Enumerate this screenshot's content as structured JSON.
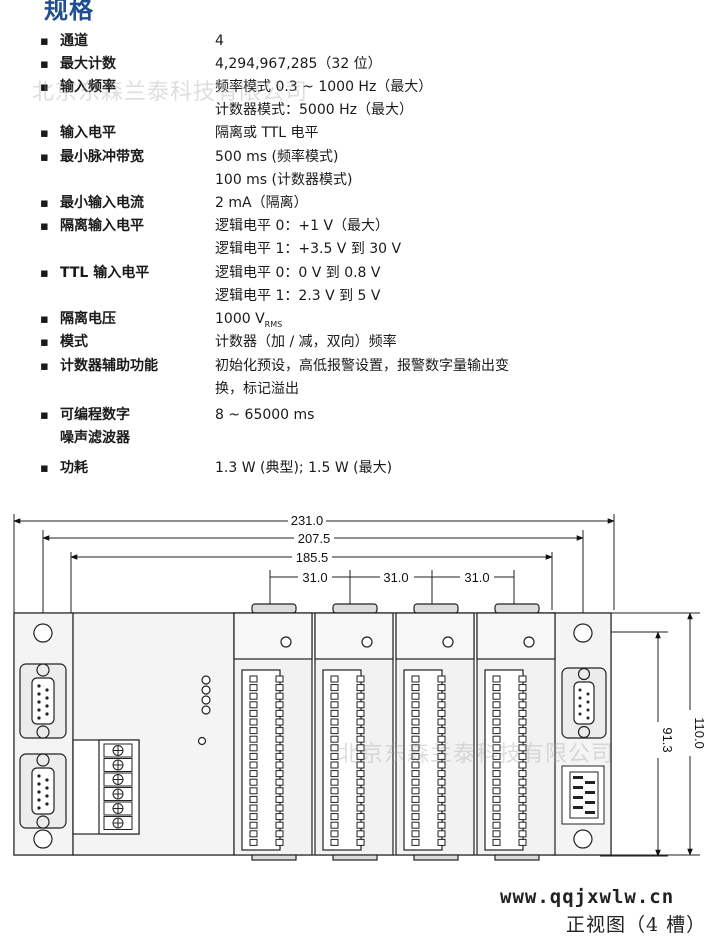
{
  "heading": "规格",
  "specs": [
    {
      "label": "通道",
      "lines": [
        "4"
      ]
    },
    {
      "label": "最大计数",
      "lines": [
        "4,294,967,285（32 位）"
      ]
    },
    {
      "label": "输入频率",
      "lines": [
        "频率模式 0.3 ~ 1000 Hz（最大）",
        "计数器模式：5000 Hz（最大）"
      ]
    },
    {
      "label": "输入电平",
      "lines": [
        "隔离或 TTL 电平"
      ]
    },
    {
      "label": "最小脉冲带宽",
      "lines": [
        "500 ms (频率模式)",
        "100 ms (计数器模式)"
      ]
    },
    {
      "label": "最小输入电流",
      "lines": [
        "2 mA（隔离）"
      ]
    },
    {
      "label": "隔离输入电平",
      "lines": [
        "逻辑电平 0：+1 V（最大）",
        "逻辑电平 1：+3.5 V 到 30 V"
      ]
    },
    {
      "label": "TTL 输入电平",
      "lines": [
        "逻辑电平 0：0 V 到 0.8 V",
        "逻辑电平 1：2.3 V 到 5 V"
      ]
    },
    {
      "label": "隔离电压",
      "lines": [
        "1000 V",
        "RMS"
      ]
    },
    {
      "label": "模式",
      "lines": [
        "计数器（加 / 减，双向）频率"
      ]
    },
    {
      "label": "计数器辅助功能",
      "lines": [
        "初始化预设，高低报警设置，报警数字量输出变",
        "换，标记溢出"
      ]
    },
    {
      "label": "可编程数字",
      "label2": "噪声滤波器",
      "lines": [
        "8 ~ 65000 ms"
      ]
    },
    {
      "label": "功耗",
      "lines": [
        "1.3 W (典型); 1.5 W (最大)"
      ]
    }
  ],
  "drawing": {
    "dims": {
      "overall": "231.0",
      "mount": "207.5",
      "inner": "185.5",
      "slot1": "31.0",
      "slot2": "31.0",
      "slot3": "31.0",
      "h1": "91.3",
      "h2": "110.0"
    },
    "watermark": "北京东森兰泰科技有限公司",
    "site": "www.qqjxwlw.cn",
    "caption": "正视图（4 槽）"
  },
  "colors": {
    "heading": "#1f4f91",
    "panel": "#f2f2f2",
    "line": "#222222"
  }
}
